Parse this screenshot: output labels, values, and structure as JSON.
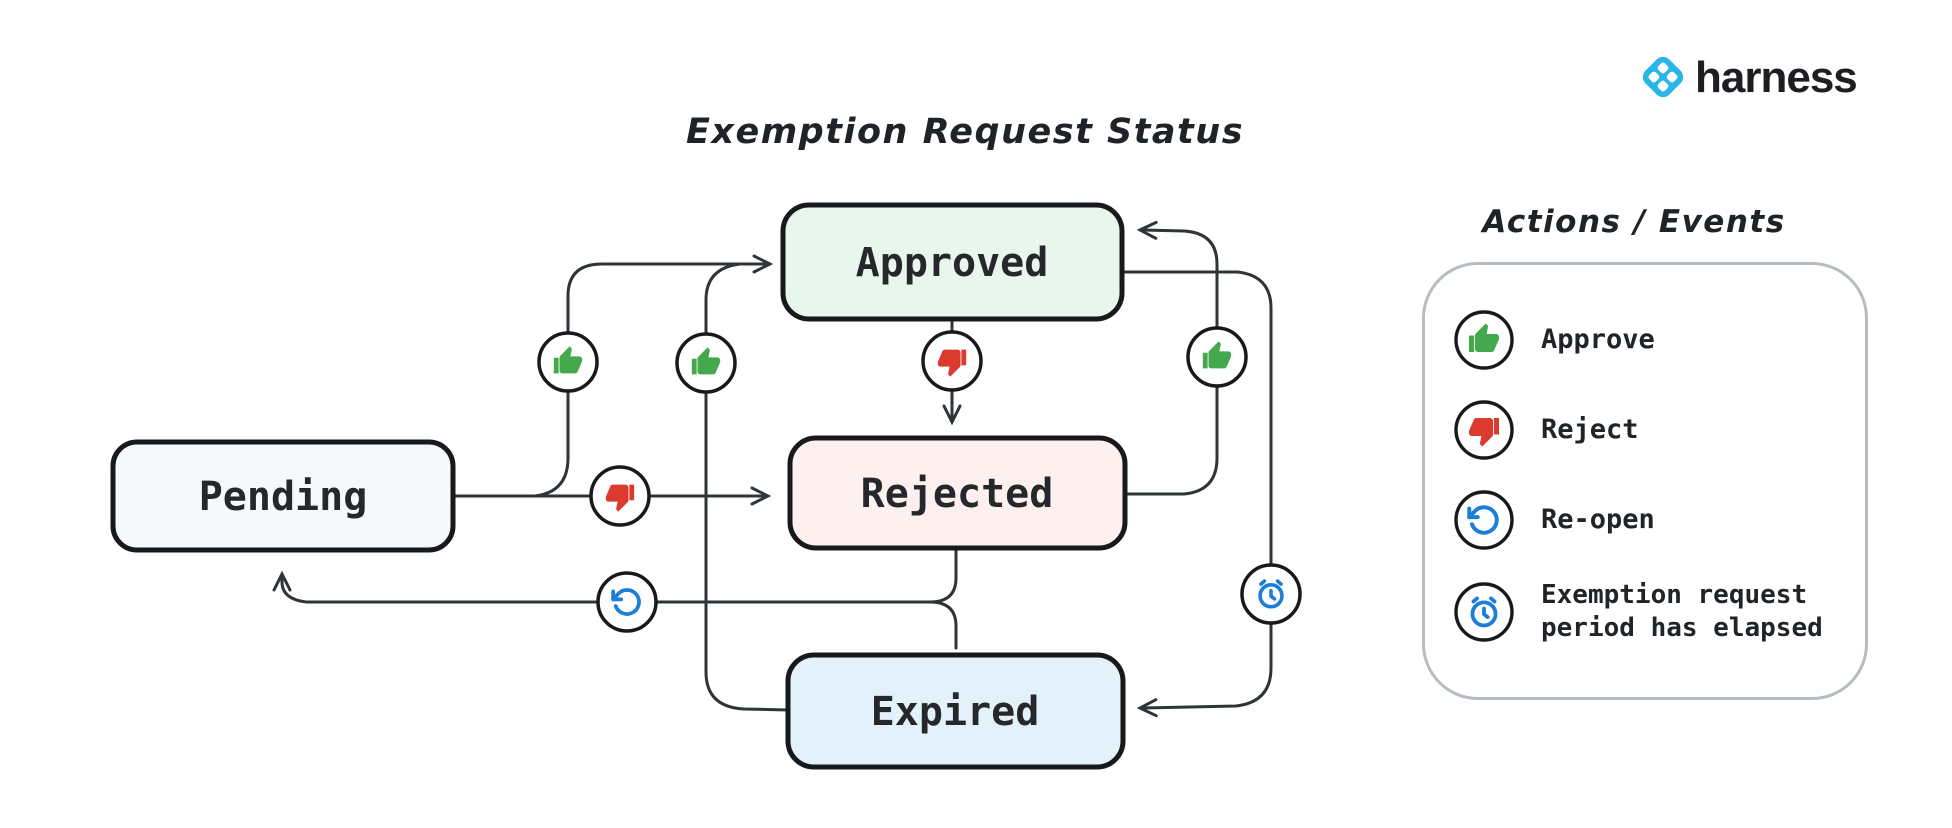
{
  "brand": {
    "name": "harness",
    "logo_icon": "harness-diamond-icon",
    "logo_color": "#29b5e8",
    "text_color": "#1d1d22"
  },
  "diagram": {
    "title": "Exemption Request Status",
    "states": [
      {
        "id": "pending",
        "label": "Pending",
        "fill": "#f6f8fa"
      },
      {
        "id": "approved",
        "label": "Approved",
        "fill": "#e8f6ed"
      },
      {
        "id": "rejected",
        "label": "Rejected",
        "fill": "#fdf0ee"
      },
      {
        "id": "expired",
        "label": "Expired",
        "fill": "#e3f1fb"
      }
    ],
    "transitions": [
      {
        "from": "Pending",
        "to": "Approved",
        "action": "Approve",
        "icon": "thumbs-up-icon"
      },
      {
        "from": "Pending",
        "to": "Rejected",
        "action": "Reject",
        "icon": "thumbs-down-icon"
      },
      {
        "from": "Approved",
        "to": "Rejected",
        "action": "Reject",
        "icon": "thumbs-down-icon"
      },
      {
        "from": "Rejected",
        "to": "Approved",
        "action": "Approve",
        "icon": "thumbs-up-icon"
      },
      {
        "from": "Expired",
        "to": "Approved",
        "action": "Approve",
        "icon": "thumbs-up-icon"
      },
      {
        "from": "Approved",
        "to": "Expired",
        "action": "Exemption request period has elapsed",
        "icon": "alarm-clock-icon"
      },
      {
        "from": "Rejected",
        "to": "Pending",
        "action": "Re-open",
        "icon": "reopen-icon"
      },
      {
        "from": "Expired",
        "to": "Pending",
        "action": "Re-open",
        "icon": "reopen-icon"
      }
    ]
  },
  "legend": {
    "title": "Actions / Events",
    "items": [
      {
        "icon": "thumbs-up-icon",
        "label": "Approve",
        "color": "#44a94d"
      },
      {
        "icon": "thumbs-down-icon",
        "label": "Reject",
        "color": "#dc3a2f"
      },
      {
        "icon": "reopen-icon",
        "label": "Re-open",
        "color": "#1c7ed6"
      },
      {
        "icon": "alarm-clock-icon",
        "label": "Exemption request period has elapsed",
        "color": "#1c7ed6"
      }
    ]
  },
  "colors": {
    "edge_line": "#2f3437",
    "node_border": "#17191c",
    "icon_circle_border": "#17191c",
    "legend_border": "#b5bcc2",
    "approve_green": "#44a94d",
    "reject_red": "#dc3a2f",
    "action_blue": "#1c7ed6",
    "background": "#ffffff"
  }
}
